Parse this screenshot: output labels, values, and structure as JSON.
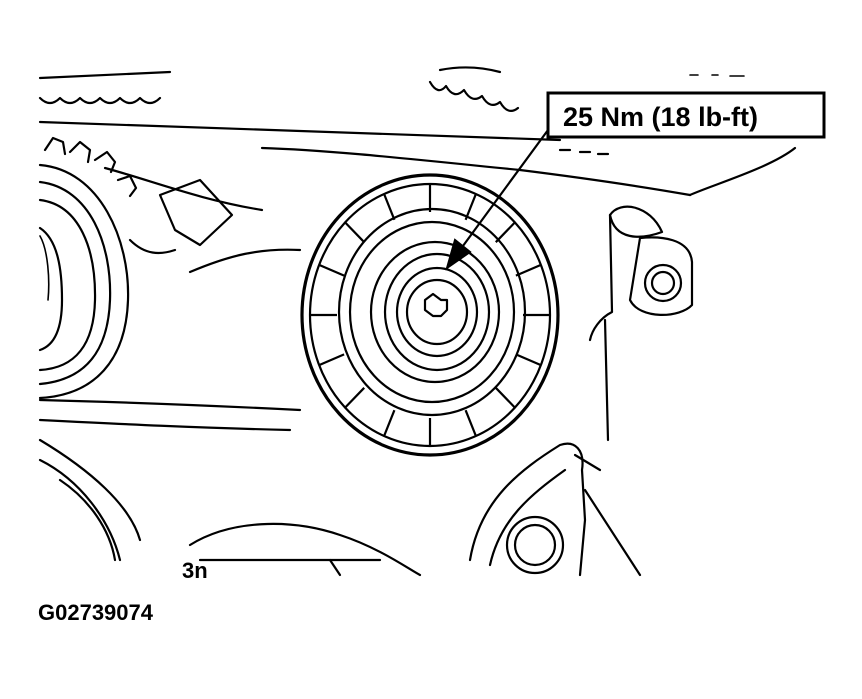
{
  "callout": {
    "torque_label": "25 Nm (18 lb-ft)"
  },
  "figure": {
    "id": "G02739074",
    "small_mark": "3n"
  }
}
